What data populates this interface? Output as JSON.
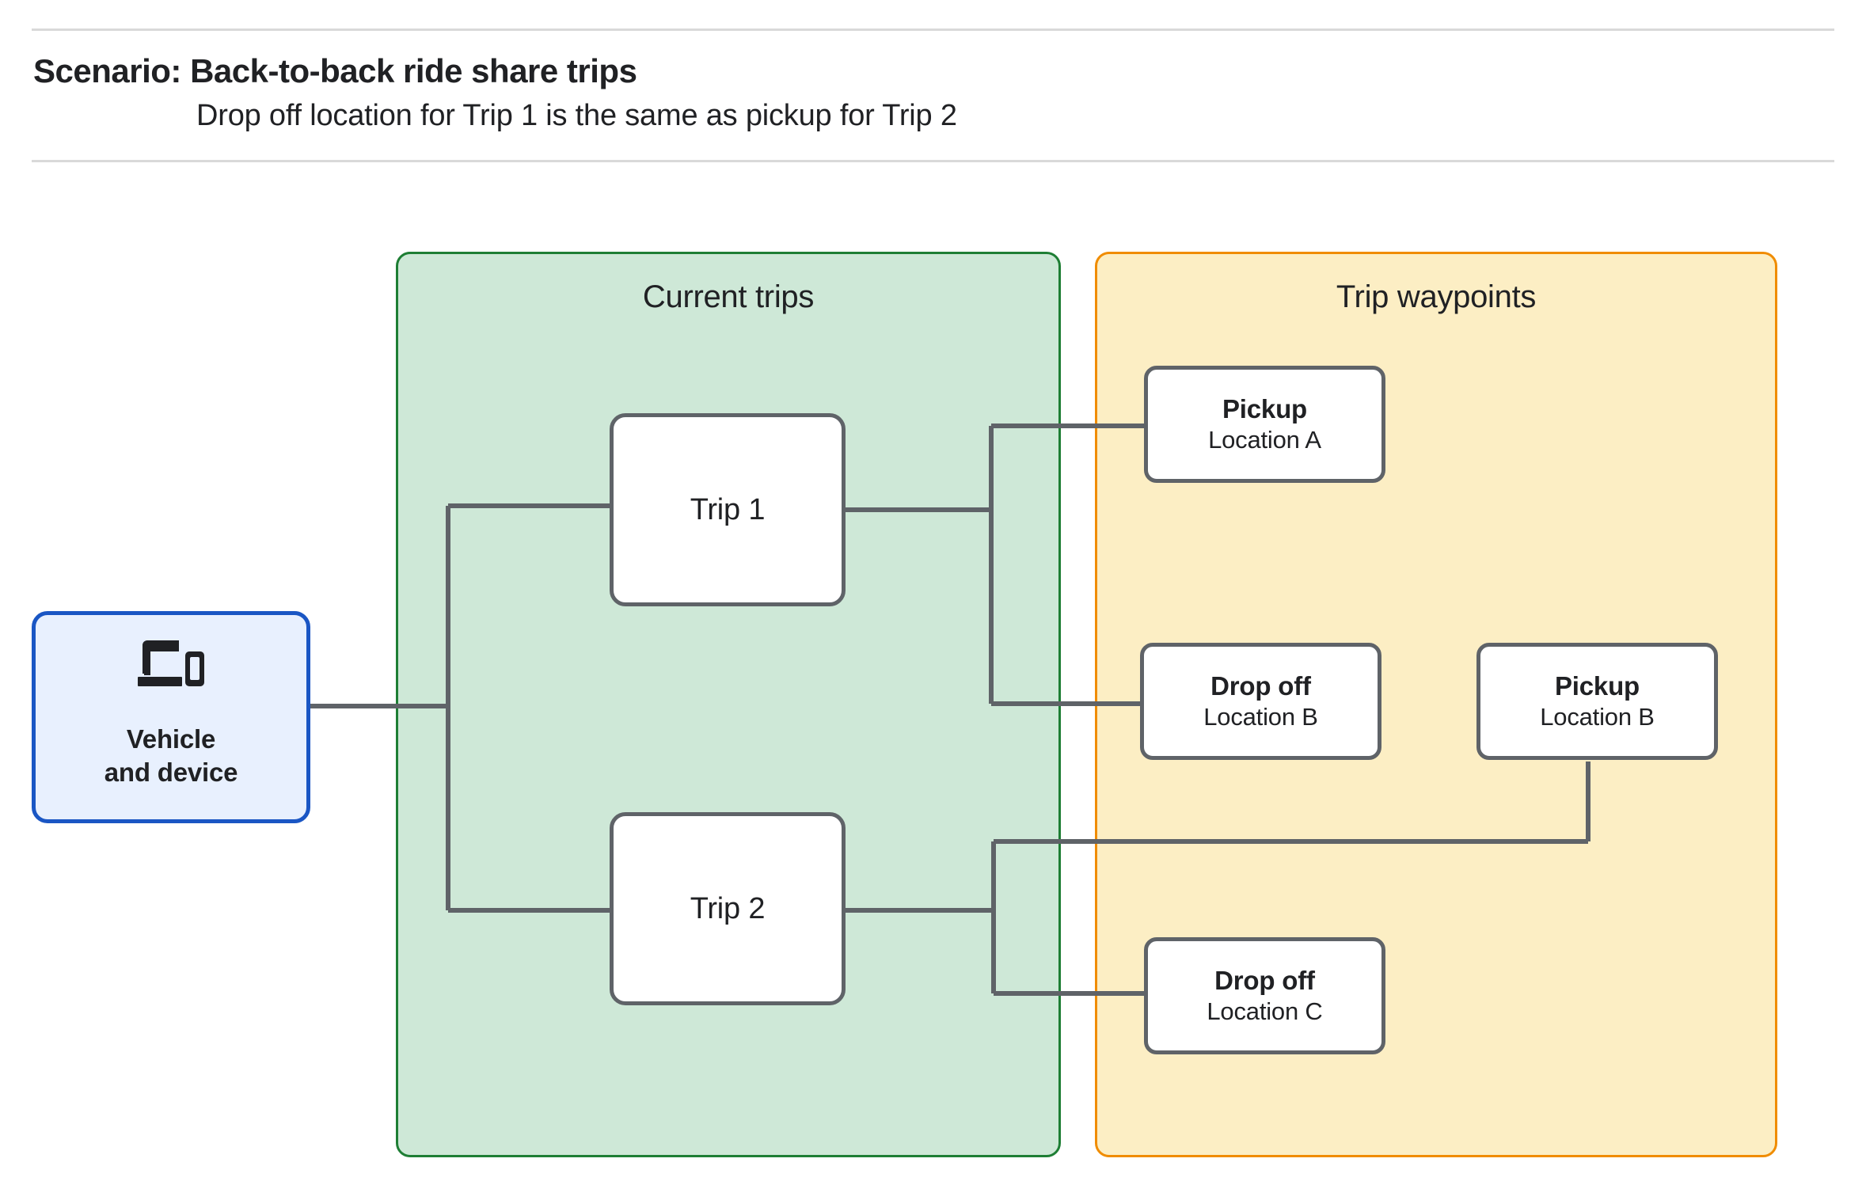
{
  "header": {
    "title": "Scenario: Back-to-back ride share trips",
    "subtitle": "Drop off  location for Trip 1 is the same as pickup for Trip 2"
  },
  "groups": {
    "trips": {
      "title": "Current trips",
      "fill": "#cee8d7",
      "stroke": "#1e7e34"
    },
    "waypoints": {
      "title": "Trip waypoints",
      "fill": "#fceec4",
      "stroke": "#f08c00"
    }
  },
  "vehicle": {
    "label_line1": "Vehicle",
    "label_line2": "and device",
    "icon": "devices-icon",
    "fill": "#e8f0fe",
    "stroke": "#1a56c4"
  },
  "trips": [
    {
      "label": "Trip 1"
    },
    {
      "label": "Trip 2"
    }
  ],
  "waypoints": [
    {
      "kind": "Pickup",
      "location": "Location A"
    },
    {
      "kind": "Drop off",
      "location": "Location B"
    },
    {
      "kind": "Pickup",
      "location": "Location B"
    },
    {
      "kind": "Drop off",
      "location": "Location C"
    }
  ],
  "colors": {
    "edge": "#5f6368",
    "node_border": "#5f6368",
    "node_fill": "#ffffff",
    "rule": "#d9d9d9",
    "text": "#202124"
  }
}
